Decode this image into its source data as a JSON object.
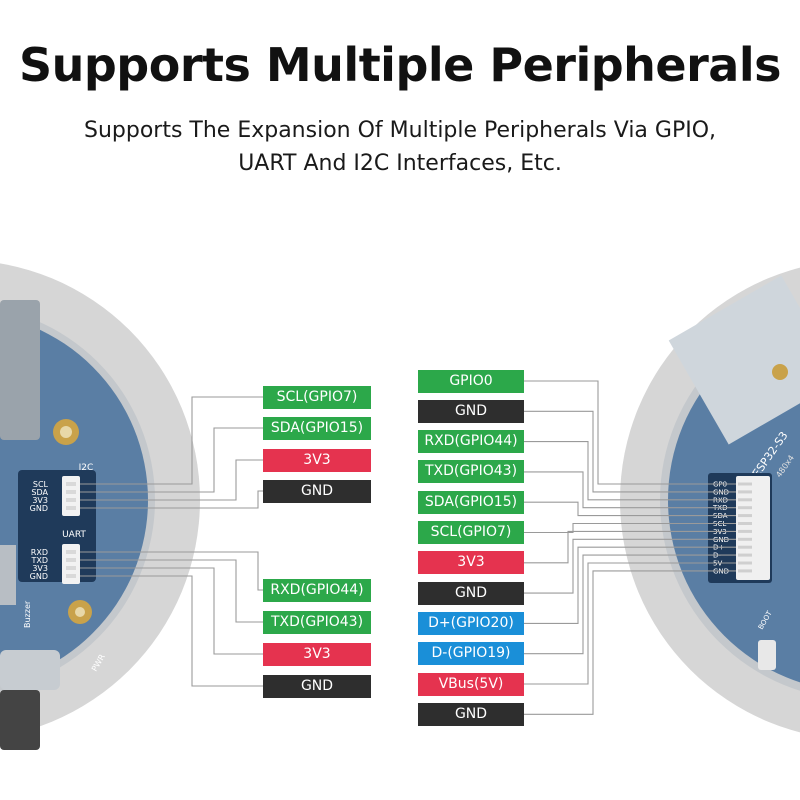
{
  "title": "Supports Multiple Peripherals",
  "subtitle_line1": "Supports The Expansion Of Multiple Peripherals Via GPIO,",
  "subtitle_line2": "UART And I2C Interfaces, Etc.",
  "colors": {
    "green": "#2ca84a",
    "red": "#e5334f",
    "black": "#2e2e2e",
    "blue": "#1a8fd8",
    "pcb": "#5a7ea4",
    "ring": "#d6d6d6"
  },
  "left_board": {
    "i2c_header": "I2C",
    "uart_header": "UART",
    "i2c_pins": [
      "SCL",
      "SDA",
      "3V3",
      "GND"
    ],
    "uart_pins": [
      "RXD",
      "TXD",
      "3V3",
      "GND"
    ],
    "buzzer_label": "Buzzer",
    "pwr_label": "PWR"
  },
  "right_board": {
    "chip_label": "ESP32-S3",
    "resolution_label": "480x4",
    "connector_pins": [
      "GP0",
      "GND",
      "RXD",
      "TXD",
      "SDA",
      "SCL",
      "3V3",
      "GND",
      "D+",
      "D-",
      "5V",
      "GND"
    ],
    "boot_label": "BOOT"
  },
  "i2c_labels": [
    {
      "text": "SCL(GPIO7)",
      "color": "green"
    },
    {
      "text": "SDA(GPIO15)",
      "color": "green"
    },
    {
      "text": "3V3",
      "color": "red"
    },
    {
      "text": "GND",
      "color": "black"
    }
  ],
  "uart_labels": [
    {
      "text": "RXD(GPIO44)",
      "color": "green"
    },
    {
      "text": "TXD(GPIO43)",
      "color": "green"
    },
    {
      "text": "3V3",
      "color": "red"
    },
    {
      "text": "GND",
      "color": "black"
    }
  ],
  "right_labels": [
    {
      "text": "GPIO0",
      "color": "green"
    },
    {
      "text": "GND",
      "color": "black"
    },
    {
      "text": "RXD(GPIO44)",
      "color": "green"
    },
    {
      "text": "TXD(GPIO43)",
      "color": "green"
    },
    {
      "text": "SDA(GPIO15)",
      "color": "green"
    },
    {
      "text": "SCL(GPIO7)",
      "color": "green"
    },
    {
      "text": "3V3",
      "color": "red"
    },
    {
      "text": "GND",
      "color": "black"
    },
    {
      "text": "D+(GPIO20)",
      "color": "blue"
    },
    {
      "text": "D-(GPIO19)",
      "color": "blue"
    },
    {
      "text": "VBus(5V)",
      "color": "red"
    },
    {
      "text": "GND",
      "color": "black"
    }
  ]
}
